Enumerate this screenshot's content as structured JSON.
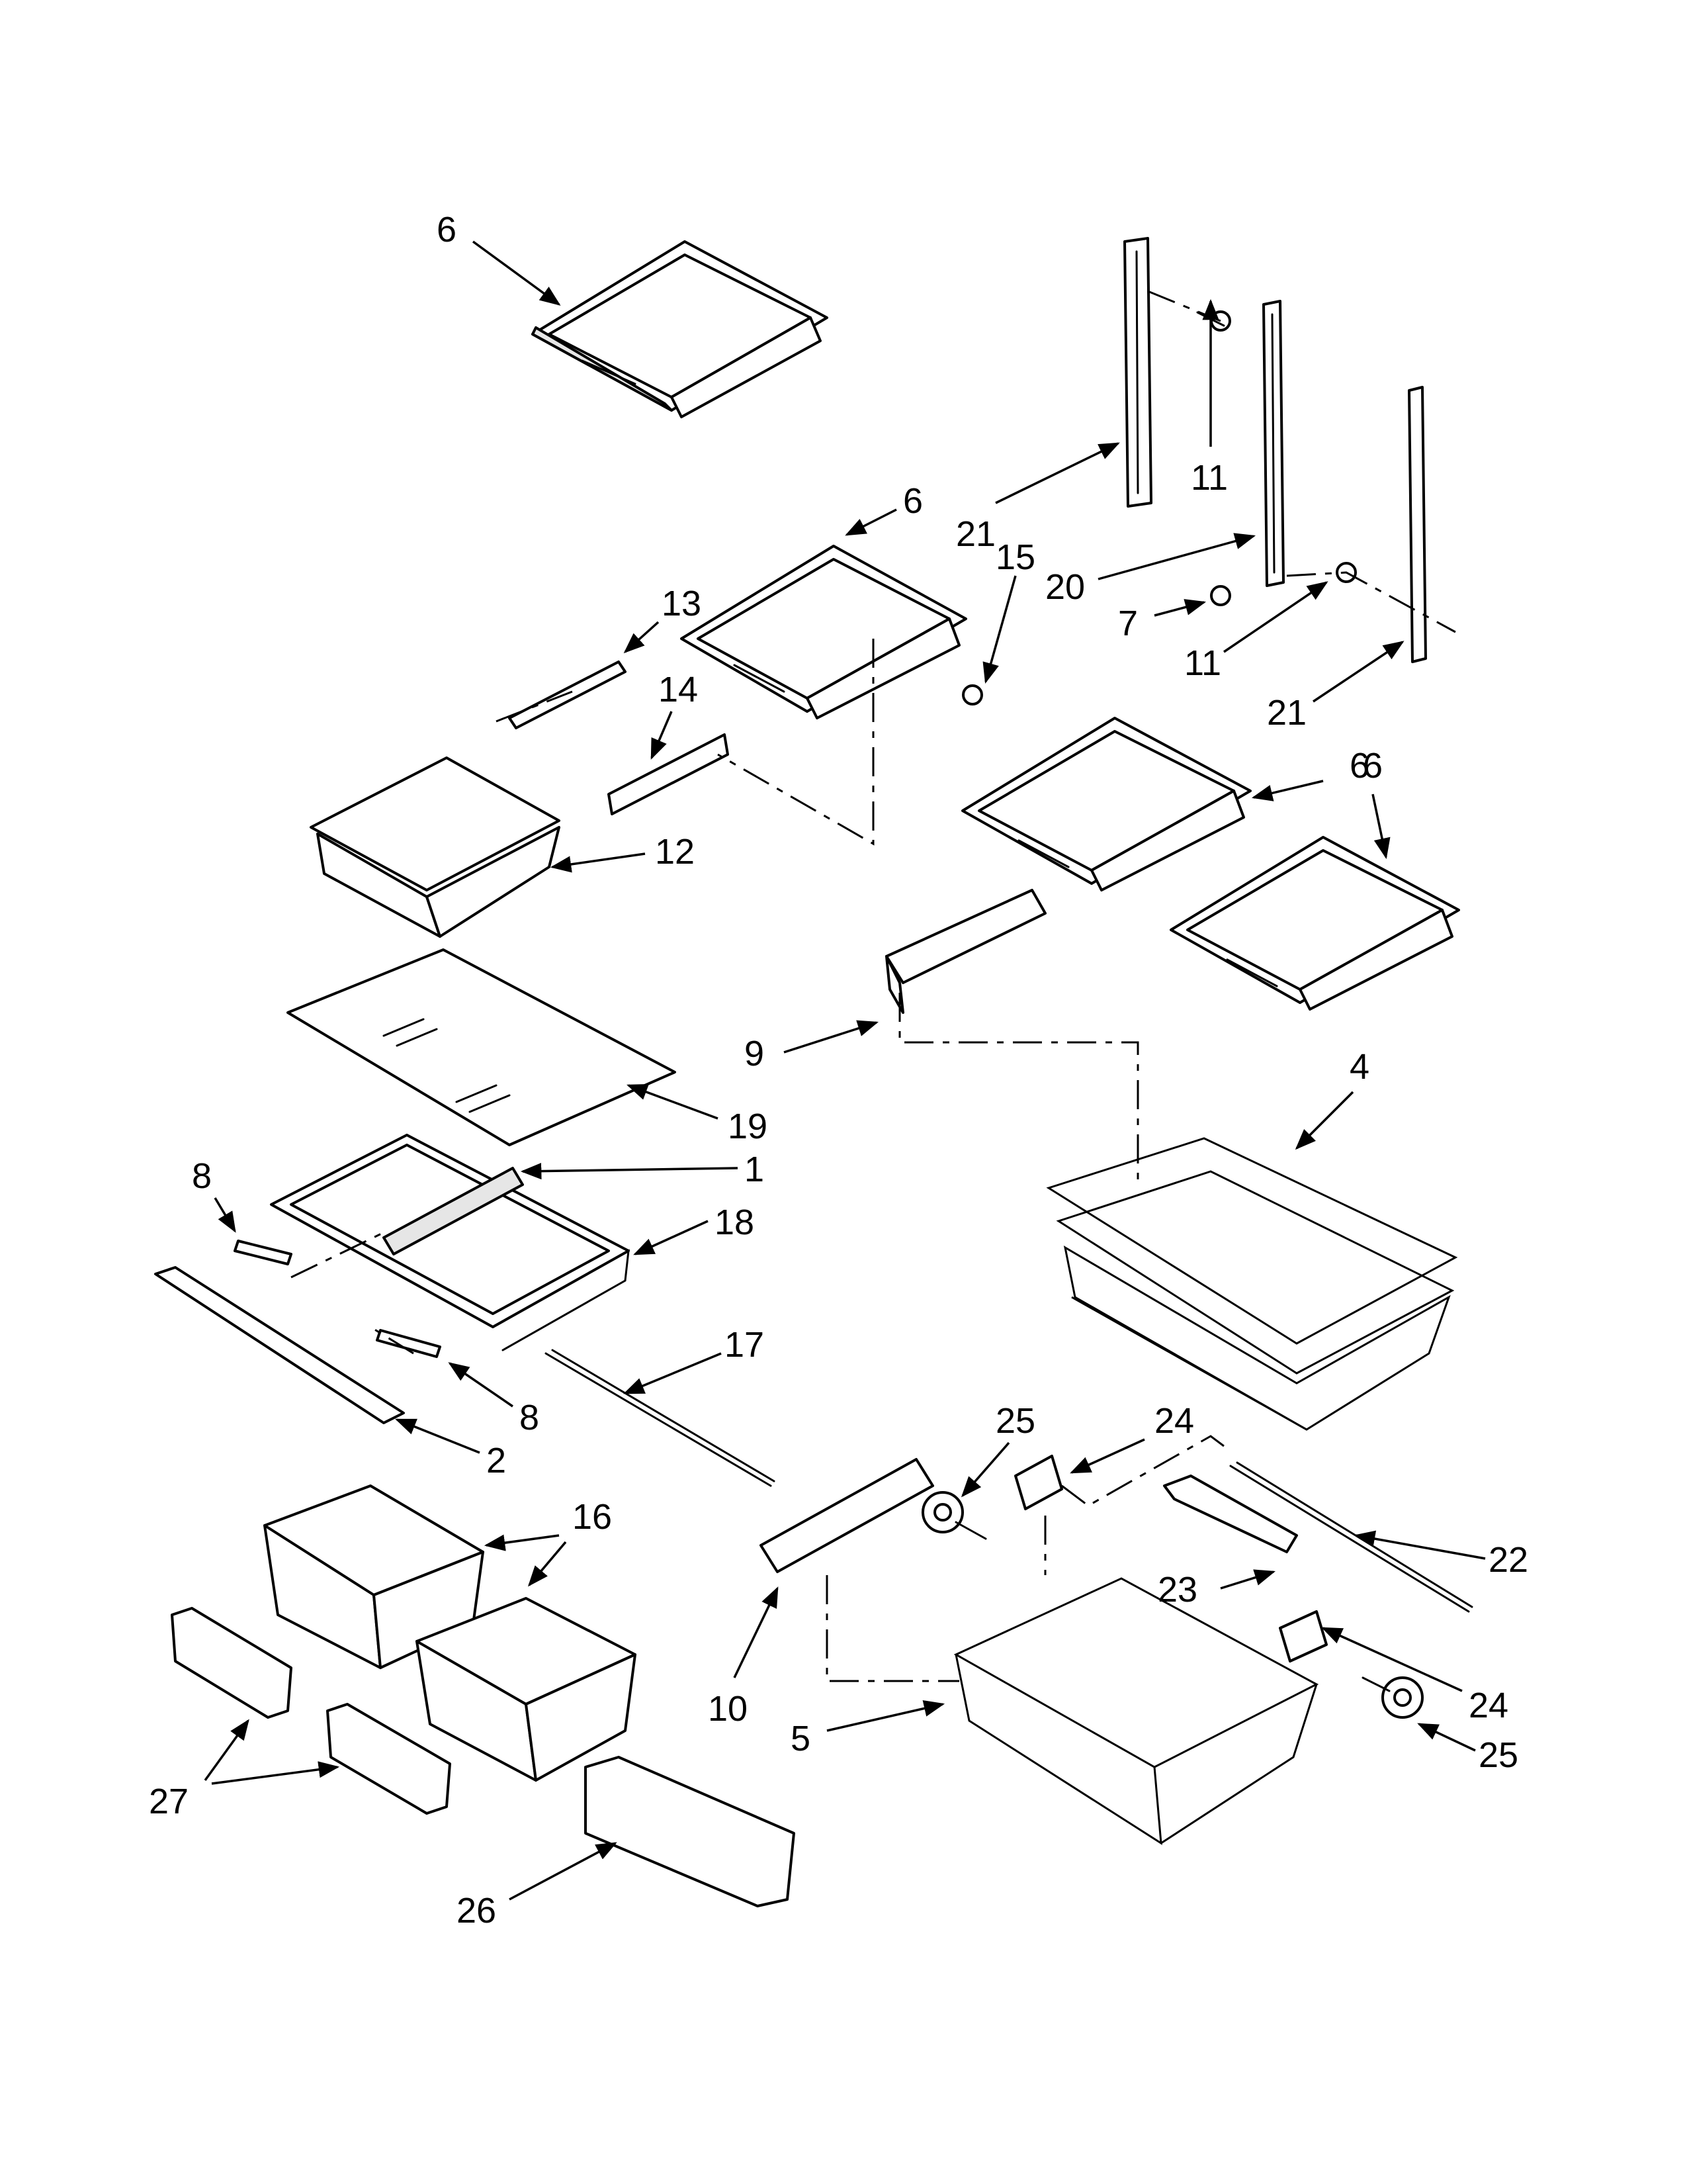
{
  "callouts": [
    {
      "label": "6"
    },
    {
      "label": "6"
    },
    {
      "label": "6"
    },
    {
      "label": "6"
    },
    {
      "label": "21"
    },
    {
      "label": "11"
    },
    {
      "label": "15"
    },
    {
      "label": "20"
    },
    {
      "label": "7"
    },
    {
      "label": "11"
    },
    {
      "label": "21"
    },
    {
      "label": "13"
    },
    {
      "label": "14"
    },
    {
      "label": "12"
    },
    {
      "label": "9"
    },
    {
      "label": "4"
    },
    {
      "label": "19"
    },
    {
      "label": "8"
    },
    {
      "label": "1"
    },
    {
      "label": "18"
    },
    {
      "label": "17"
    },
    {
      "label": "8"
    },
    {
      "label": "2"
    },
    {
      "label": "25"
    },
    {
      "label": "24"
    },
    {
      "label": "16"
    },
    {
      "label": "22"
    },
    {
      "label": "23"
    },
    {
      "label": "10"
    },
    {
      "label": "24"
    },
    {
      "label": "5"
    },
    {
      "label": "25"
    },
    {
      "label": "27"
    },
    {
      "label": "26"
    }
  ]
}
